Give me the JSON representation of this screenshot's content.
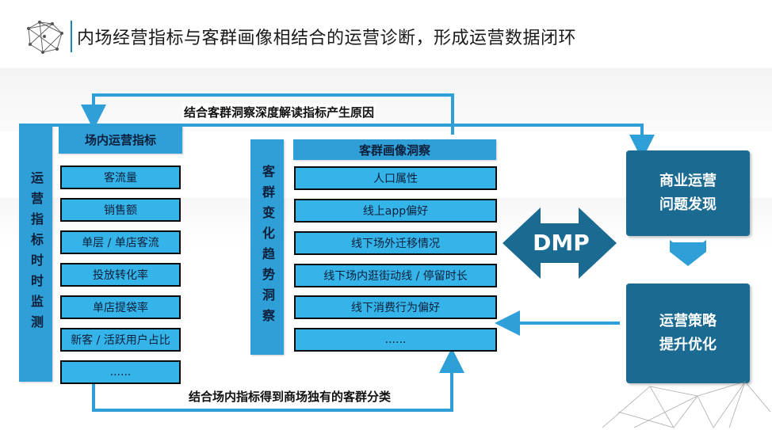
{
  "title": "内场经营指标与客群画像相结合的运营诊断，形成运营数据闭环",
  "top_arrow_label": "结合客群洞察深度解读指标产生原因",
  "bottom_arrow_label": "结合场内指标得到商场独有的客群分类",
  "left_vertical_label": "运营指标时时监测",
  "left_header": "场内运营指标",
  "left_items": [
    "客流量",
    "销售额",
    "单层 / 单店客流",
    "投放转化率",
    "单店提袋率",
    "新客 / 活跃用户占比",
    "......"
  ],
  "mid_vertical_label": "客群变化趋势洞察",
  "mid_header": "客群画像洞察",
  "mid_items": [
    "人口属性",
    "线上app偏好",
    "线下场外迁移情况",
    "线下场内逛街动线 / 停留时长",
    "线下消费行为偏好",
    "......"
  ],
  "dmp_label": "DMP",
  "right_top": {
    "line1": "商业运营",
    "line2": "问题发现"
  },
  "right_bottom": {
    "line1": "运营策略",
    "line2": "提升优化"
  },
  "colors": {
    "accent": "#2f9fd8",
    "item": "#35b4ea",
    "dark": "#1a6a92",
    "arrow": "#2f9fd8"
  }
}
